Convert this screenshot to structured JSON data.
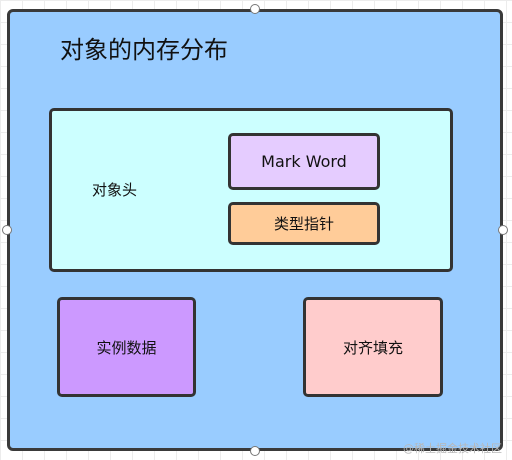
{
  "diagram": {
    "title": "对象的内存分布",
    "header": {
      "label": "对象头",
      "mark_word": "Mark Word",
      "klass_pointer": "类型指针"
    },
    "instance_data": "实例数据",
    "padding": "对齐填充"
  },
  "watermark": "@稀土掘金技术社区",
  "colors": {
    "outer_fill": "#99ccff",
    "header_fill": "#ccffff",
    "mark_word_fill": "#e5ccff",
    "klass_pointer_fill": "#ffcc99",
    "instance_data_fill": "#cc99ff",
    "padding_fill": "#ffcccc"
  }
}
